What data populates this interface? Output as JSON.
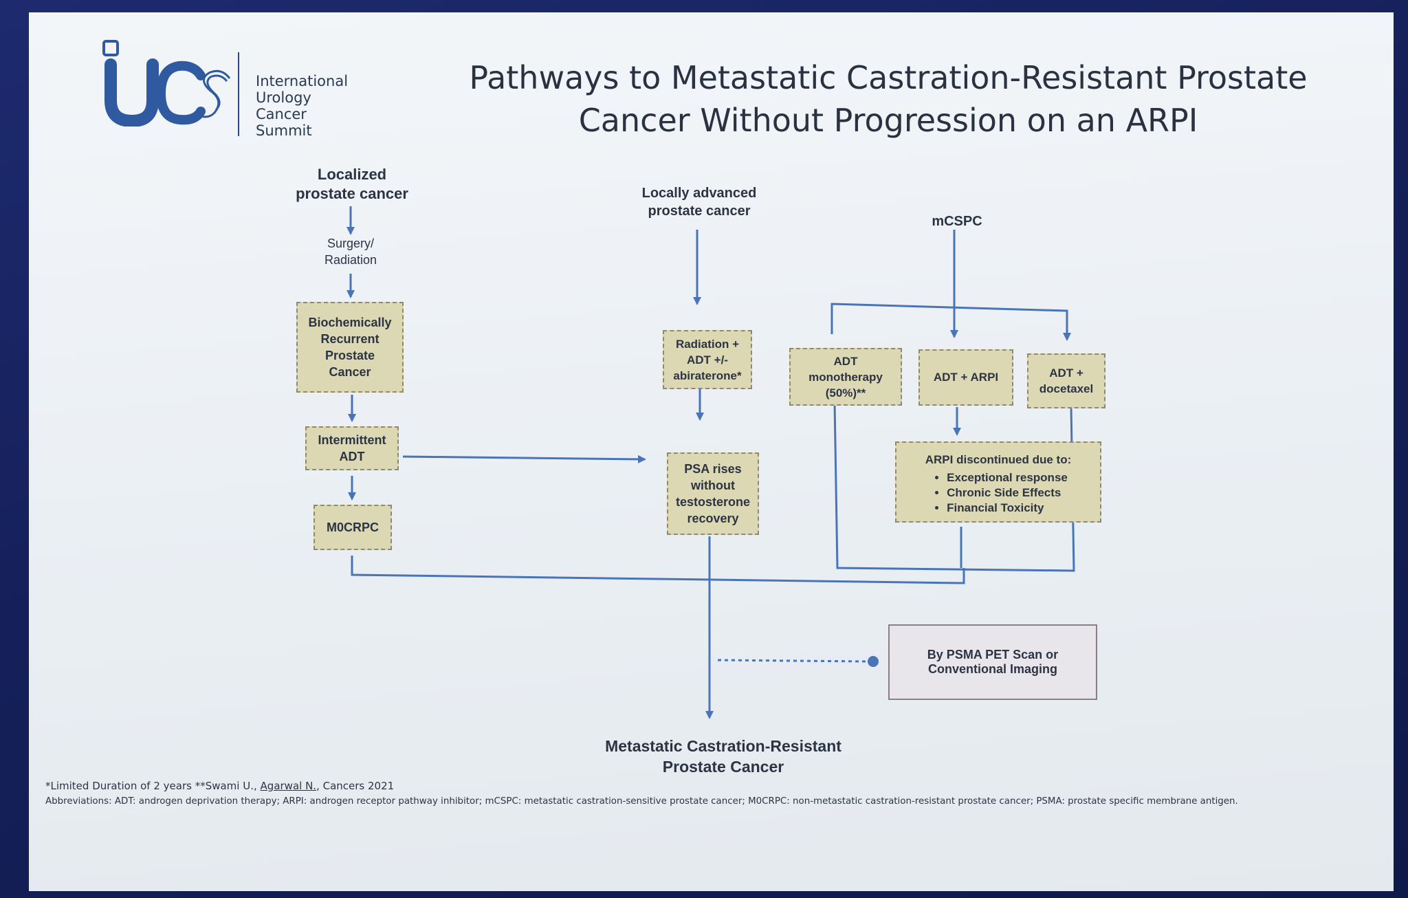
{
  "title": {
    "line1": "Pathways to Metastatic Castration-Resistant Prostate",
    "line2": "Cancer Without Progression on an ARPI"
  },
  "logo": {
    "mark": "ucs",
    "line1": "International",
    "line2": "Urology",
    "line3": "Cancer",
    "line4": "Summit",
    "color": "#2f5aa0"
  },
  "headers": {
    "localized": {
      "line1": "Localized",
      "line2": "prostate cancer"
    },
    "locally_advanced": {
      "line1": "Locally advanced",
      "line2": "prostate cancer"
    },
    "mcspc": "mCSPC"
  },
  "steps": {
    "surgery": {
      "line1": "Surgery/",
      "line2": "Radiation"
    }
  },
  "boxes": {
    "bcr": {
      "line1": "Biochemically",
      "line2": "Recurrent",
      "line3": "Prostate",
      "line4": "Cancer"
    },
    "intermittent": {
      "line1": "Intermittent",
      "line2": "ADT"
    },
    "m0crpc": "M0CRPC",
    "radiation": {
      "line1": "Radiation +",
      "line2": "ADT +/-",
      "line3": "abiraterone*"
    },
    "psa": {
      "line1": "PSA rises",
      "line2": "without",
      "line3": "testosterone",
      "line4": "recovery"
    },
    "adt_mono": {
      "line1": "ADT",
      "line2": "monotherapy",
      "line3": "(50%)**"
    },
    "adt_arpi": "ADT + ARPI",
    "adt_doc": {
      "line1": "ADT +",
      "line2": "docetaxel"
    },
    "arpi_disc": {
      "heading": "ARPI discontinued due to:",
      "items": [
        "Exceptional response",
        "Chronic Side Effects",
        "Financial Toxicity"
      ]
    }
  },
  "psma": {
    "line1": "By PSMA PET Scan or",
    "line2": "Conventional Imaging"
  },
  "outcome": {
    "line1": "Metastatic Castration-Resistant",
    "line2": "Prostate Cancer"
  },
  "footnotes": {
    "line1_prefix": "*Limited Duration of 2 years **Swami U., ",
    "line1_author": "Agarwal N.",
    "line1_suffix": ", Cancers 2021",
    "line2": "Abbreviations: ADT: androgen deprivation therapy; ARPI: androgen receptor pathway inhibitor; mCSPC: metastatic castration-sensitive prostate cancer; M0CRPC: non-metastatic castration-resistant prostate cancer; PSMA: prostate specific membrane antigen."
  },
  "colors": {
    "line": "#4a74b8",
    "box_fill": "#ddd8b4",
    "box_border": "#8e8a70",
    "text": "#2c3444"
  }
}
